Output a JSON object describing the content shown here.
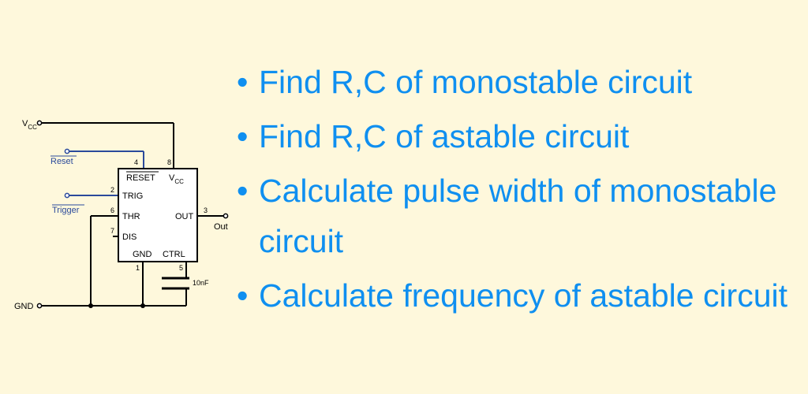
{
  "schematic": {
    "vcc_main": "V",
    "vcc_sub": "CC",
    "gnd_label": "GND",
    "reset_label": "Reset",
    "trigger_label": "Trigger",
    "out_label": "Out",
    "cap_label": "10nF",
    "pins": {
      "reset": {
        "number": "4",
        "name": "RESET"
      },
      "vcc": {
        "number": "8",
        "name_main": "V",
        "name_sub": "CC"
      },
      "trig": {
        "number": "2",
        "name": "TRIG"
      },
      "thr": {
        "number": "6",
        "name": "THR"
      },
      "dis": {
        "number": "7",
        "name": "DIS"
      },
      "out": {
        "number": "3",
        "name": "OUT"
      },
      "gnd": {
        "number": "1",
        "name": "GND"
      },
      "ctrl": {
        "number": "5",
        "name": "CTRL"
      }
    },
    "colors": {
      "wire": "#000000",
      "input_wire": "#2b4a9b",
      "chip_fill": "#ffffff"
    }
  },
  "bullets": [
    {
      "dot": "•",
      "text": "Find R,C of monostable circuit"
    },
    {
      "dot": "•",
      "text": "Find R,C of astable circuit"
    },
    {
      "dot": "•",
      "text": "Calculate pulse width of monostable circuit"
    },
    {
      "dot": "•",
      "text": "Calculate frequency of astable circuit"
    }
  ],
  "colors": {
    "background": "#fef8dc",
    "text": "#0f8ff0"
  }
}
